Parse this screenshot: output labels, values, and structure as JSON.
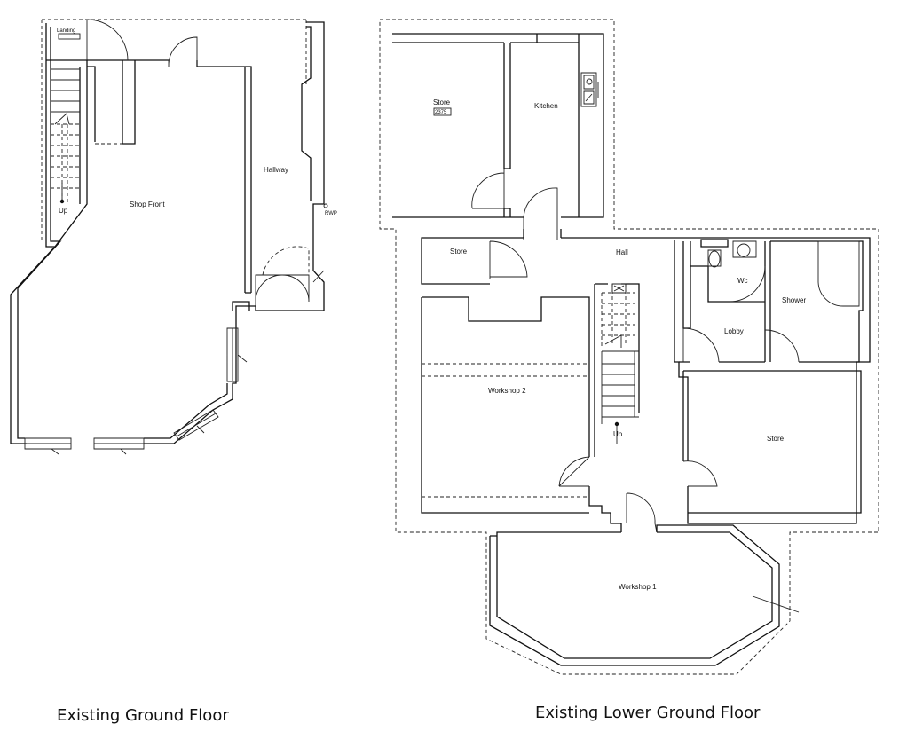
{
  "ground_floor": {
    "title": "Existing Ground Floor",
    "rooms": {
      "landing": "Landing",
      "shop_front": "Shop  Front",
      "hallway": "Hallway",
      "up": "Up",
      "rwp": "RWP"
    }
  },
  "lower_ground_floor": {
    "title": "Existing Lower Ground Floor",
    "rooms": {
      "store_top": "Store",
      "store_dim": "2375",
      "kitchen": "Kitchen",
      "store_hall": "Store",
      "hall": "Hall",
      "wc": "Wc",
      "shower": "Shower",
      "lobby": "Lobby",
      "workshop_2": "Workshop 2",
      "up": "Up",
      "store_right": "Store",
      "workshop_1": "Workshop 1"
    }
  }
}
